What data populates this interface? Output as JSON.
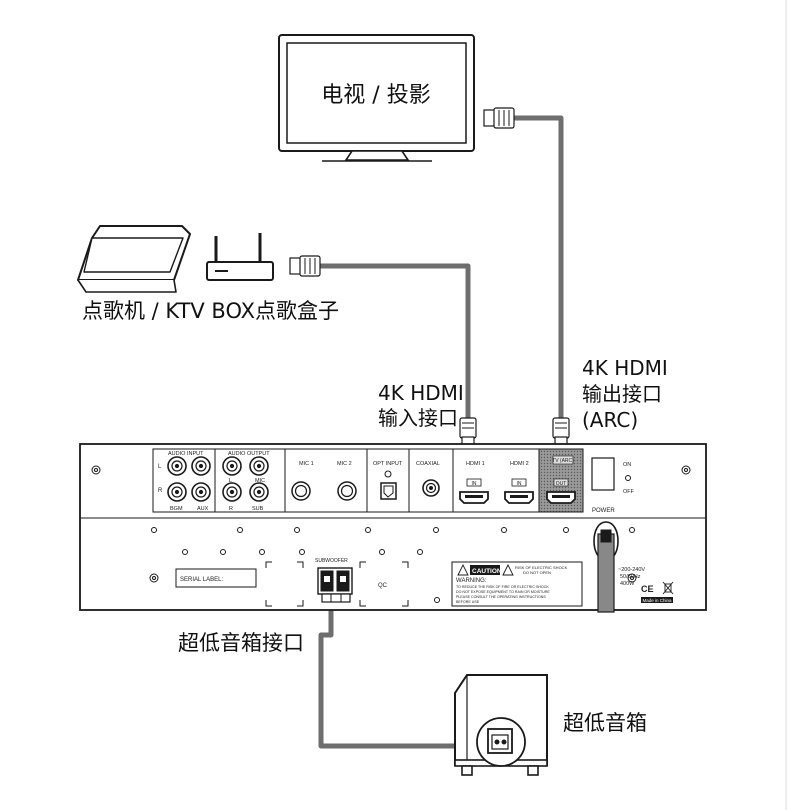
{
  "labels": {
    "tv": "电视 / 投影",
    "source": "点歌机 / KTV BOX点歌盒子",
    "hdmi_in_line1": "4K HDMI",
    "hdmi_in_line2": "输入接口",
    "hdmi_out_line1": "4K HDMI",
    "hdmi_out_line2": "输出接口",
    "hdmi_out_line3": "(ARC)",
    "subwoofer_port": "超低音箱接口",
    "subwoofer": "超低音箱"
  },
  "panel": {
    "audio_input": "AUDIO INPUT",
    "audio_output": "AUDIO OUTPUT",
    "l": "L",
    "r": "R",
    "bgm": "BGM",
    "aux": "AUX",
    "mic": "MIC",
    "sub": "SUB",
    "mic1": "MIC 1",
    "mic2": "MIC 2",
    "opt_input": "OPT INPUT",
    "coaxial": "COAXIAL",
    "hdmi1": "HDMI 1",
    "hdmi2": "HDMI 2",
    "in": "IN",
    "tv_arc": "TV (ARC)",
    "out": "OUT",
    "on": "ON",
    "off": "OFF",
    "power": "POWER",
    "subwoofer": "SUBWOOFER",
    "qc": "QC",
    "serial_label": "SERIAL LABEL:",
    "caution": "CAUTION",
    "risk_line1": "RISK OF ELECTRIC SHOCK",
    "risk_line2": "DO NOT OPEN",
    "warning": "WARNING:",
    "warn1": "TO REDUCE THE RISK OF FIRE OR ELECTRIC SHOCK",
    "warn2": "DO NOT EXPOSE EQUIPMENT TO RAIN OR MOISTURE",
    "warn3": "PLEASE CONSULT THE OPERATING INSTRUCTIONS",
    "warn4": "BEFORE USE",
    "volt": "~200-240V",
    "hz": "50/60Hz",
    "watt": "400W",
    "ce": "CE",
    "made_in": "Made in China"
  },
  "colors": {
    "cable": "#6e6e6e",
    "outline": "#1a1a1a",
    "panel_fill": "#ffffff",
    "arc_fill": "#8c8c8c"
  }
}
